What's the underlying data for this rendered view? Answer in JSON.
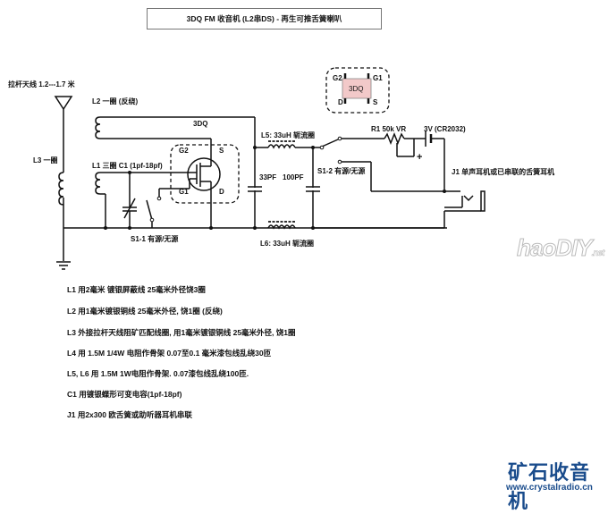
{
  "title": "3DQ FM 收音机 (L2串DS) - 再生可推舌簧喇叭",
  "labels": {
    "antenna": "拉杆天线 1.2---1.7 米",
    "l2": "L2 一圈 (反绕)",
    "l3": "L3 一圈",
    "l1c1": "L1 三圈  C1 (1pf-18pf)",
    "dq_wire": "3DQ",
    "g2": "G2",
    "s": "S",
    "g1": "G1",
    "d": "D",
    "pkg_g2": "G2",
    "pkg_g1": "G1",
    "pkg_d": "D",
    "pkg_s": "S",
    "pkg_name": "3DQ",
    "l5": "L5: 33uH 轭流圈",
    "l6": "L6: 33uH 轭流圈",
    "c33": "33PF",
    "c100": "100PF",
    "s12": "S1-2 有源/无源",
    "s11": "S1-1 有源/无源",
    "r1": "R1 50k VR",
    "battery": "3V (CR2032)",
    "battery_plus": "+",
    "j1": "J1 单声耳机或已串联的舌簧耳机"
  },
  "notes": [
    "L1 用2毫米 镀银屏蔽线 25毫米外径饶3圈",
    "L2 用1毫米镀银铜线 25毫米外径, 饶1圈 (反绕)",
    "L3 外接拉杆天线阻矿匹配线圈, 用1毫米镀银铜线 25毫米外径, 饶1圈",
    "L4 用 1.5M 1/4W 电阻作骨架 0.07至0.1 毫米漆包线乱绕30匝",
    "L5, L6 用 1.5M 1W电阻作骨架. 0.07漆包线乱绕100匝.",
    "C1 用镀银蝶形可变电容(1pf-18pf)",
    "J1 用2x300 欧舌簧或助听器耳机串联"
  ],
  "watermark": {
    "main": "haoDIY",
    "suffix": ".net"
  },
  "brand": {
    "name": "矿石收音机",
    "url": "www.crystalradio.cn",
    "color": "#1a4c8c"
  },
  "colors": {
    "package_fill": "#f2c9c9",
    "wire": "#111111"
  }
}
